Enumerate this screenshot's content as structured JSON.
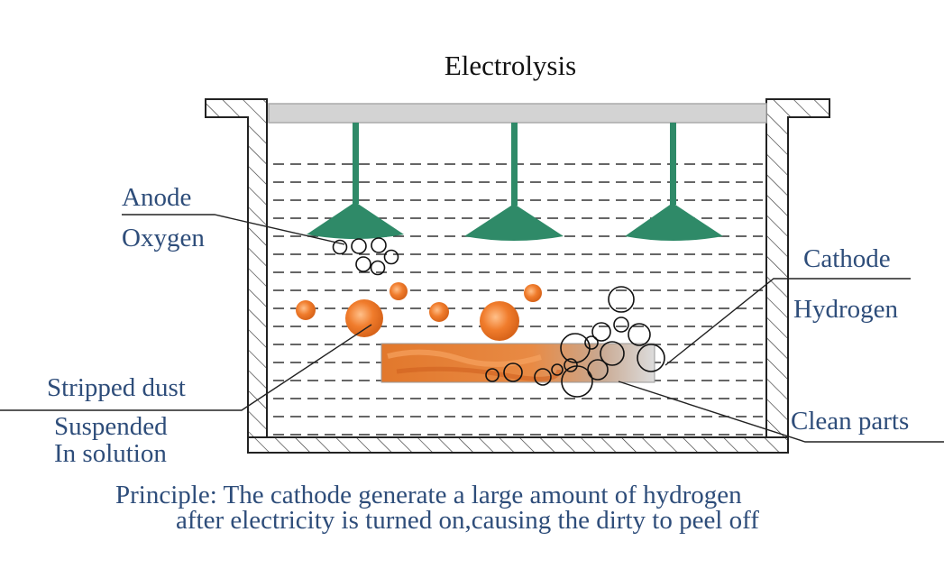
{
  "title": "Electrolysis",
  "labels": {
    "anode": "Anode",
    "oxygen": "Oxygen",
    "cathode": "Cathode",
    "hydrogen": "Hydrogen",
    "stripped_dust": "Stripped dust",
    "suspended_line1": "Suspended",
    "suspended_line2": "In solution",
    "clean_parts": "Clean parts"
  },
  "principle": {
    "line1": "Principle: The cathode generate a large amount of hydrogen",
    "line2": "after electricity is turned on,causing the dirty to peel off"
  },
  "colors": {
    "label_text": "#2e4d7a",
    "anode": "#2f8a68",
    "dust": "#e8782b",
    "bar": "#d3d3d3",
    "line": "#222222"
  }
}
